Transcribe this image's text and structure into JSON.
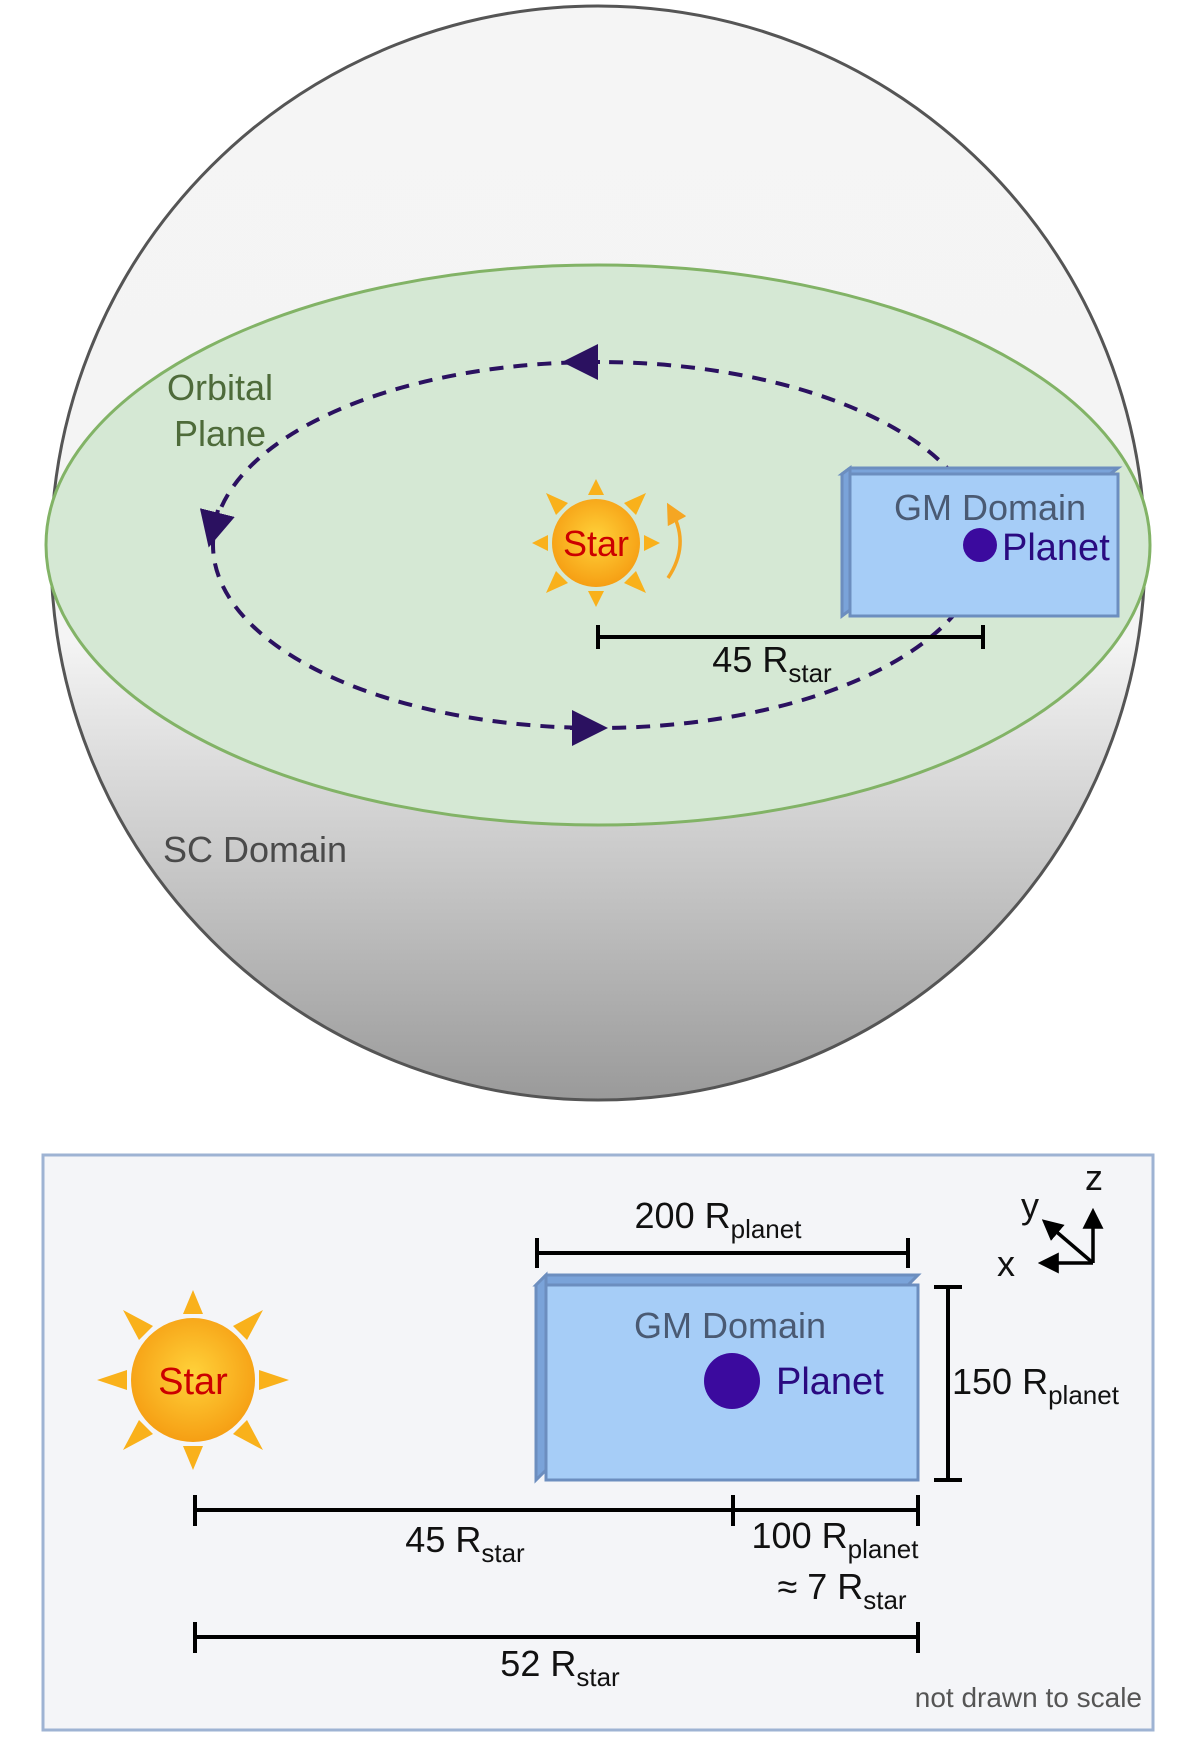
{
  "top_view": {
    "sc_domain_label": "SC Domain",
    "orbital_plane_label_line1": "Orbital",
    "orbital_plane_label_line2": "Plane",
    "star_label": "Star",
    "gm_domain_label": "GM Domain",
    "planet_label": "Planet",
    "distance": {
      "value": "45 R",
      "subscript": "star"
    }
  },
  "side_view": {
    "star_label": "Star",
    "gm_domain_label": "GM Domain",
    "planet_label": "Planet",
    "width_label": {
      "value": "200 R",
      "subscript": "planet"
    },
    "height_label": {
      "value": "150 R",
      "subscript": "planet"
    },
    "star_to_planet": {
      "value": "45 R",
      "subscript": "star"
    },
    "planet_to_edge": {
      "value": "100 R",
      "subscript": "planet"
    },
    "approx": {
      "value": "≈ 7 R",
      "subscript": "star"
    },
    "total": {
      "value": "52 R",
      "subscript": "star"
    },
    "axes": {
      "x": "x",
      "y": "y",
      "z": "z"
    },
    "note": "not drawn to scale"
  },
  "colors": {
    "star_fill": "#f9a01b",
    "star_text": "#cc0000",
    "planet_fill": "#3b0a9e",
    "planet_text": "#2a0a80",
    "gm_box_fill": "#a6cdf7",
    "gm_box_stroke": "#6c8ebf",
    "orbit": "#2b1160",
    "plane_fill": "#d5e8d4",
    "plane_stroke": "#82b366",
    "rotation_arrow": "#f5a623"
  }
}
